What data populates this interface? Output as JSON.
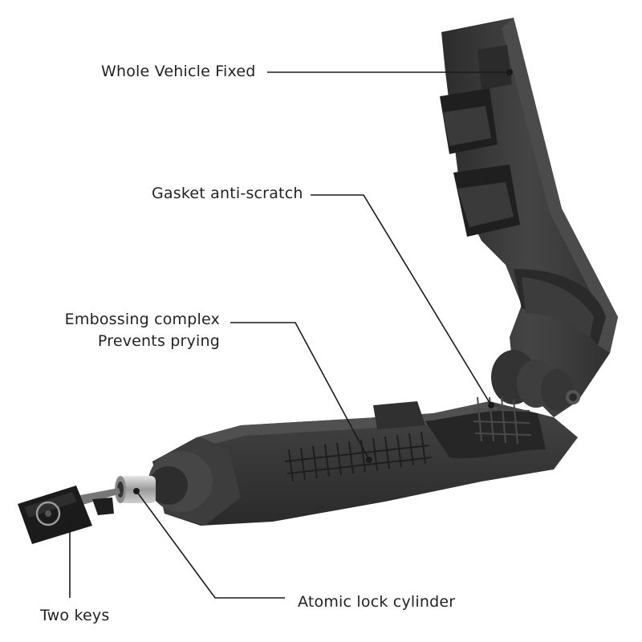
{
  "callouts": {
    "whole_vehicle_fixed": "Whole Vehicle Fixed",
    "gasket_anti_scratch": "Gasket anti-scratch",
    "embossing_complex_line1": "Embossing complex",
    "embossing_complex_line2": "Prevents prying",
    "two_keys": "Two keys",
    "atomic_lock_cylinder": "Atomic lock cylinder"
  },
  "colors": {
    "body": "#3a3a3a",
    "body_dark": "#2a2a2a",
    "body_light": "#4a4a4a",
    "leader_line": "#1a1a1a",
    "text": "#222222",
    "background": "#ffffff"
  }
}
